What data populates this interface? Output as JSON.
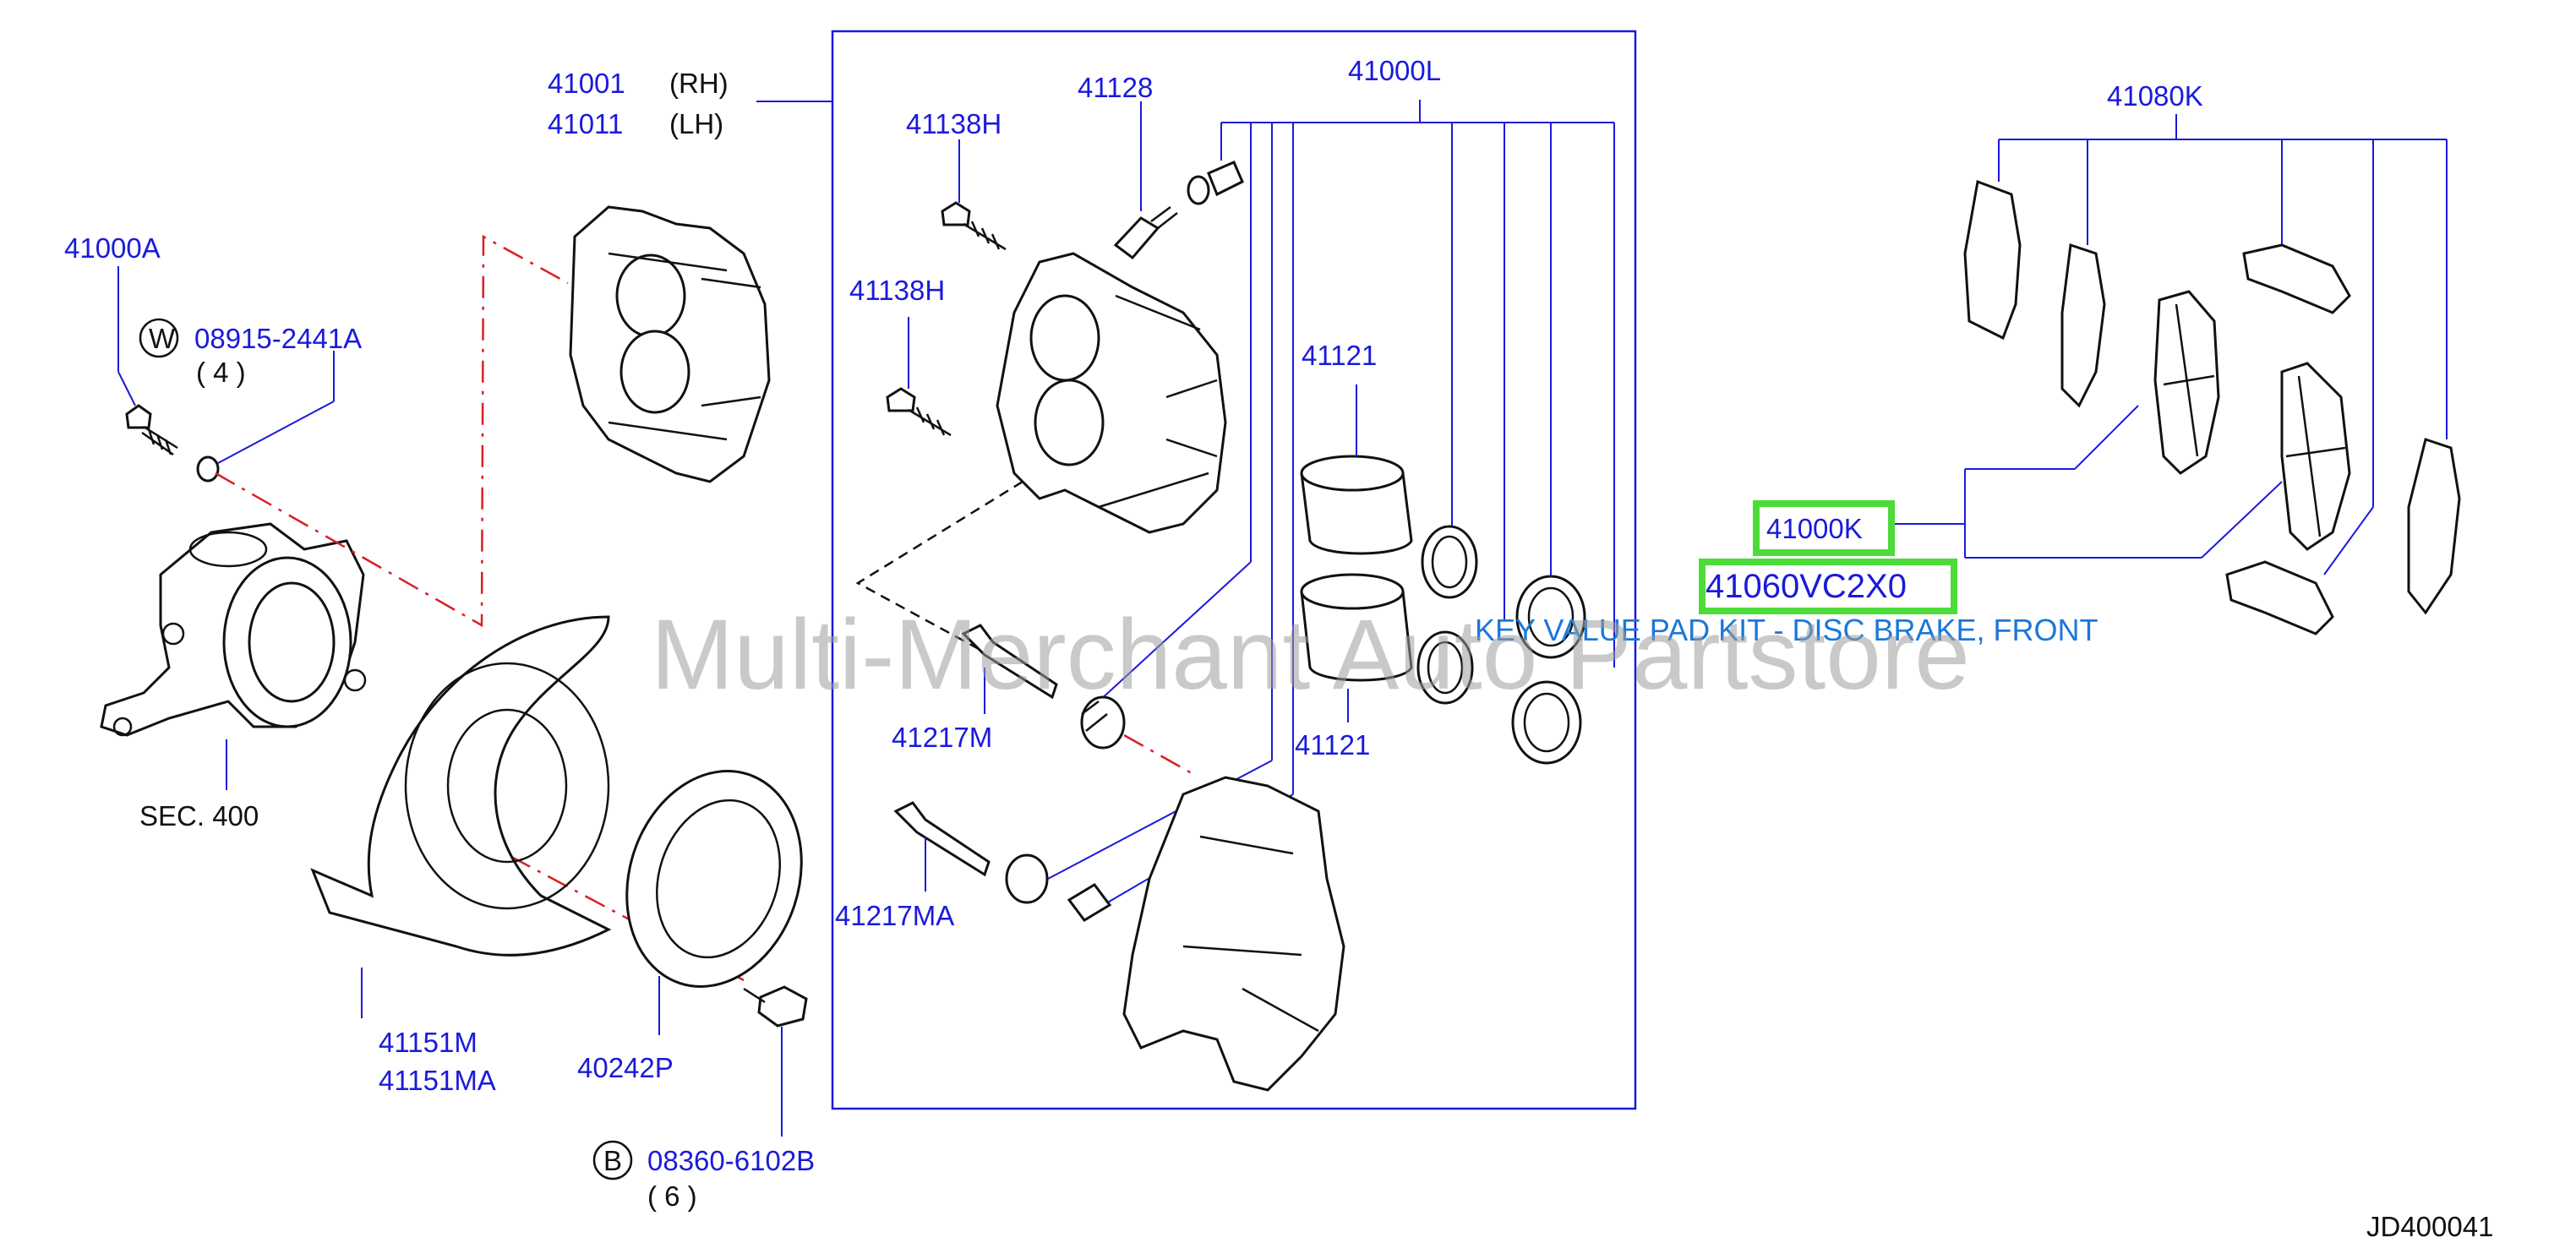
{
  "labels": {
    "p41001": "41001",
    "rh": "(RH)",
    "p41011": "41011",
    "lh": "(LH)",
    "p41000A": "41000A",
    "w_mark": "W",
    "p08915": "08915-2441A",
    "qty4": "( 4 )",
    "sec400": "SEC.  400",
    "p41138H_a": "41138H",
    "p41128": "41128",
    "p41000L": "41000L",
    "p41138H_b": "41138H",
    "p41121_a": "41121",
    "p41121_b": "41121",
    "p41217M": "41217M",
    "p41217MA": "41217MA",
    "p41151M": "41151M",
    "p41151MA": "41151MA",
    "p40242P": "40242P",
    "b_mark": "B",
    "p08360": "08360-6102B",
    "qty6": "( 6   )",
    "p41080K": "41080K",
    "p41000K": "41000K",
    "p41060": "41060VC2X0",
    "key_value": "KEY VALUE PAD KIT - DISC BRAKE, FRONT",
    "watermark": "Multi-Merchant Auto Partstore",
    "diagram_id": "JD400041"
  },
  "colors": {
    "label_blue": "#1a1adb",
    "highlight_green": "#4ddb3a",
    "note_blue": "#1a78d8"
  }
}
